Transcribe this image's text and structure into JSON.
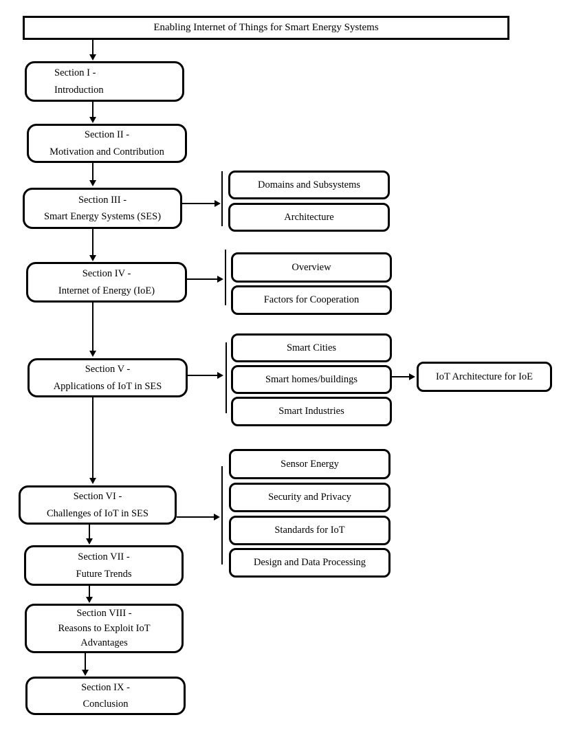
{
  "title": "Enabling Internet of Things for Smart Energy Systems",
  "colors": {
    "line": "#000000",
    "box_background": "#ffffff",
    "text": "#000000"
  },
  "sections": [
    {
      "label": "Section I -",
      "name": "Introduction"
    },
    {
      "label": "Section II -",
      "name": "Motivation and Contribution"
    },
    {
      "label": "Section III -",
      "name": "Smart Energy Systems (SES)"
    },
    {
      "label": "Section IV -",
      "name": "Internet of Energy (IoE)"
    },
    {
      "label": "Section V -",
      "name": "Applications of IoT in SES"
    },
    {
      "label": "Section VI -",
      "name": "Challenges of IoT in SES"
    },
    {
      "label": "Section VII -",
      "name": "Future Trends"
    },
    {
      "label": "Section VIII -",
      "name": "Reasons to Exploit IoT",
      "name2": "Advantages"
    },
    {
      "label": "Section IX -",
      "name": "Conclusion"
    }
  ],
  "branches": {
    "section3": [
      "Domains and Subsystems",
      "Architecture"
    ],
    "section4": [
      "Overview",
      "Factors for Cooperation"
    ],
    "section5": [
      "Smart Cities",
      "Smart homes/buildings",
      "Smart Industries"
    ],
    "section5_sub": "IoT Architecture for IoE",
    "section6": [
      "Sensor Energy",
      "Security and Privacy",
      "Standards for IoT",
      "Design and Data Processing"
    ]
  }
}
